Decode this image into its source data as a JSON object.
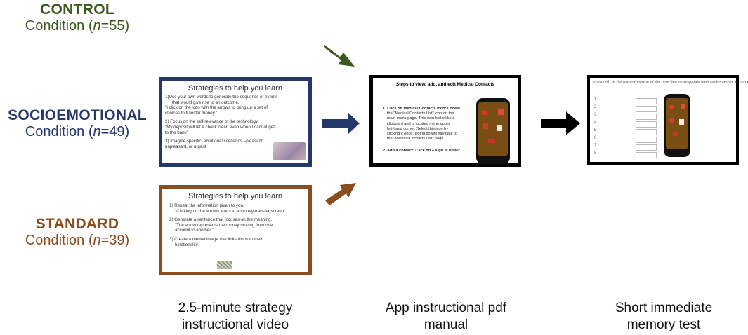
{
  "colors": {
    "green": "#3c5a1e",
    "navy": "#24386a",
    "brown": "#8a4d1e",
    "black": "#000000"
  },
  "conditions": {
    "control": {
      "name": "CONTROL",
      "prefix": "Condition (",
      "n": "n",
      "suffix": "=55)"
    },
    "socio": {
      "name": "SOCIOEMOTIONAL",
      "prefix": "Condition (",
      "n": "n",
      "suffix": "=49)"
    },
    "standard": {
      "name": "STANDARD",
      "prefix": "Condition (",
      "n": "n",
      "suffix": "=39)"
    }
  },
  "slide_socio": {
    "title": "Strategies to help you learn",
    "l1": "1)Use your own words to generate the sequence of events",
    "l2": "that would give rise to an outcome.",
    "l3": "\"I click on the icon with the arrows to bring up a set of",
    "l4": "choices to transfer money.\"",
    "l5": "2) Focus on the self-relevance of the technology.",
    "l6": "\"My deposit will let a check clear, even when I cannot get",
    "l7": "to the bank\"",
    "l8": "3) Imagine specific, emotional scenarios –pleasant,",
    "l9": "unpleasant, or urgent"
  },
  "slide_standard": {
    "title": "Strategies to help you learn",
    "l1": "1) Repeat the information given to you.",
    "l2": "\"Clicking on the arrows leads to a money-transfer screen\"",
    "l3": "2) Generate a sentence that focuses on the meaning.",
    "l4": "\"The arrow represents the money moving from one",
    "l5": "account to another.\"",
    "l6": "3) Create a mental image that links icons to their",
    "l7": "functionality."
  },
  "manual": {
    "title": "Steps to view, add, and edit Medical Contacts",
    "s1a": "1. Click on Medical Contacts icon: Locate",
    "s1b": "the \"Medical Contacts List\" icon on the",
    "s1c": "main menu page.  This icon looks like a",
    "s1d": "clipboard and is located in the upper",
    "s1e": "left-hand corner. Select this icon by",
    "s1f": "clicking it once. Doing so will navigate to",
    "s1g": "the \"Medical Contacts List\" page.",
    "s2": "2. Add a contact: Click on + sign in upper"
  },
  "memory_test": {
    "prompt": "Please fill in the name/function of the icon that corresponds with each number as you remember from the tutorial.",
    "numbers": [
      "1",
      "2",
      "3",
      "4",
      "5",
      "6",
      "7",
      "8"
    ]
  },
  "labels": {
    "video_l1": "2.5-minute strategy",
    "video_l2": "instructional video",
    "manual_l1": "App instructional pdf",
    "manual_l2": "manual",
    "test_l1": "Short immediate",
    "test_l2": "memory test"
  }
}
